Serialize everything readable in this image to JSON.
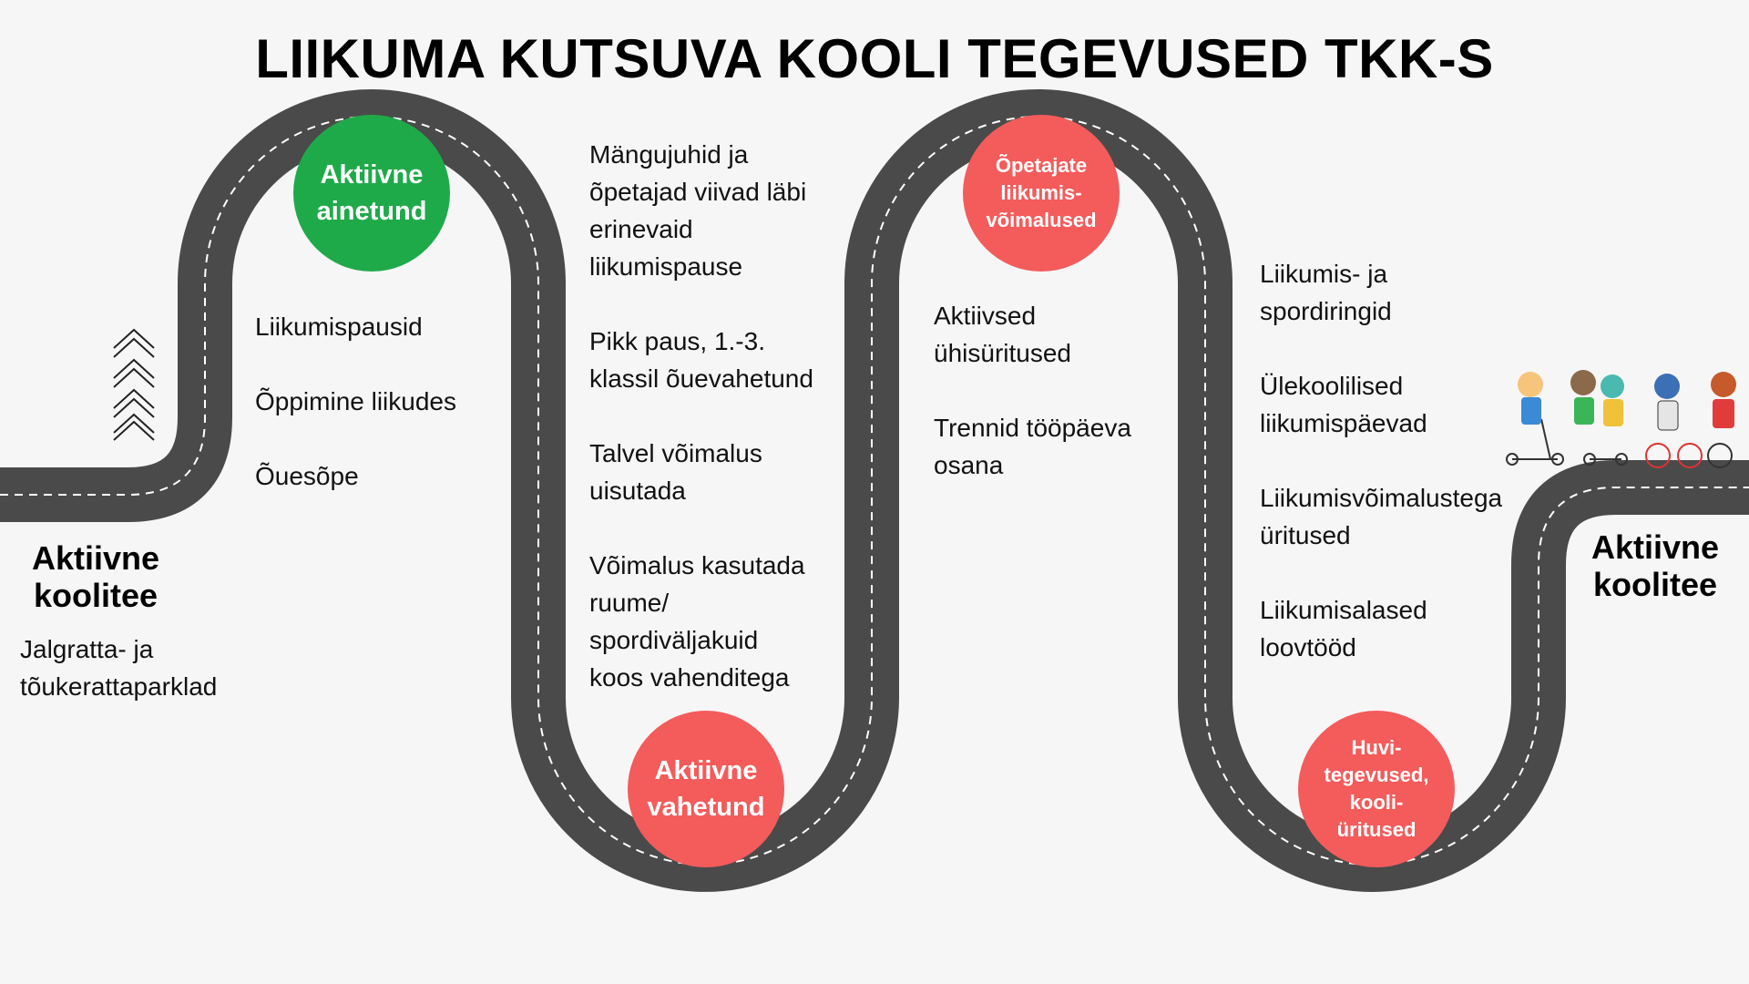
{
  "title": "LIIKUMA KUTSUVA KOOLI TEGEVUSED TKK-S",
  "colors": {
    "road": "#4a4a4a",
    "road_dash": "#ffffff",
    "green_badge": "#1faa4a",
    "red_badge": "#f45b5b",
    "background": "#f6f6f6"
  },
  "start": {
    "heading": "Aktiivne\nkoolitee",
    "text": "Jalgratta- ja\ntõukerattaparklad",
    "icon": "chevron-up-stack-icon"
  },
  "badges": {
    "aktiivne_ainetund": "Aktiivne\nainetund",
    "aktiivne_vahetund": "Aktiivne\nvahetund",
    "opetajate": "Õpetajate\nliikumis-\nvõimalused",
    "huvitegevused": "Huvi-\ntegevused,\nkooli-\nüritused"
  },
  "ainetund_items": [
    "Liikumispausid",
    "Õppimine liikudes",
    "Õuesõpe"
  ],
  "vahetund_items": [
    "Mängujuhid ja\nõpetajad viivad läbi\nerinevaid\nliikumispause",
    "Pikk paus, 1.-3.\nklassil õuevahetund",
    "Talvel võimalus\nuisutada",
    "Võimalus kasutada\nruume/\nspordiväljakuid\nkoos vahenditega"
  ],
  "opetajate_items": [
    "Aktiivsed\nühisüritused",
    "Trennid tööpäeva\nosana"
  ],
  "huvi_items": [
    "Liikumis- ja\nspordiringid",
    "Ülekoolilised\nliikumispäevad",
    "Liikumisvõimalustega\nüritused",
    "Liikumisalased\nloovtööd"
  ],
  "end": {
    "heading": "Aktiivne\nkoolitee",
    "illustration": "children-on-scooters-and-bikes-icon"
  }
}
